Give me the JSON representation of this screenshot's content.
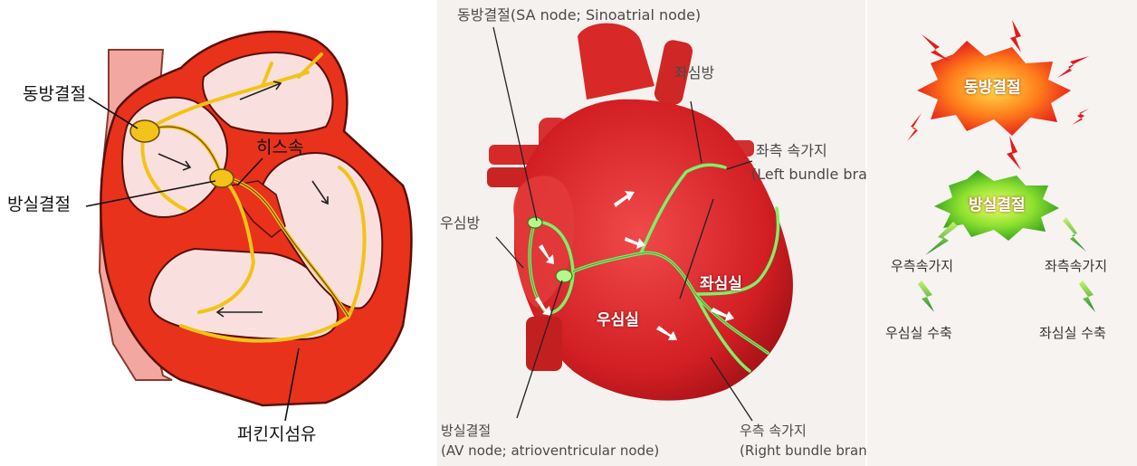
{
  "left_diagram": {
    "sa_node_label": "동방결절",
    "av_node_label": "방실결절",
    "his_bundle_label": "히스속",
    "purkinje_label": "퍼킨지섬유"
  },
  "middle_diagram": {
    "sa_node_label": "동방결절(SA node; Sinoatrial node)",
    "left_atrium_label": "좌심방",
    "left_bundle_label_ko": "좌측 속가지",
    "left_bundle_label_en": "(Left bundle branch)",
    "right_atrium_label": "우심방",
    "left_ventricle_label": "좌심실",
    "right_ventricle_label": "우심실",
    "av_node_label_ko": "방실결절",
    "av_node_label_en": "(AV node; atrioventricular node)",
    "right_bundle_label_ko": "우측 속가지",
    "right_bundle_label_en": "(Right bundle branch)"
  },
  "flowchart": {
    "sa_node": "동방결절",
    "av_node": "방실결절",
    "right_bundle": "우측속가지",
    "left_bundle": "좌측속가지",
    "right_ventricle_contract": "우심실 수축",
    "left_ventricle_contract": "좌심실 수축"
  }
}
